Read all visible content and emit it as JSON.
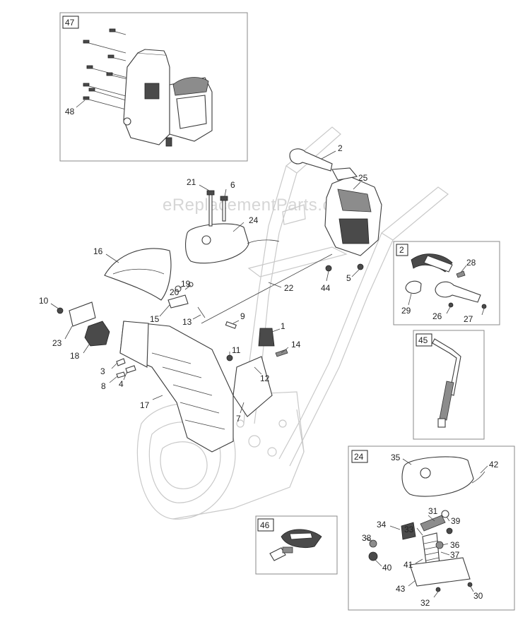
{
  "watermark": "eReplacementParts.com",
  "callouts": {
    "c1": "1",
    "c2": "2",
    "c3": "3",
    "c4": "4",
    "c5": "5",
    "c6": "6",
    "c7": "7",
    "c8": "8",
    "c9": "9",
    "c10": "10",
    "c11": "11",
    "c12": "12",
    "c13": "13",
    "c14": "14",
    "c15": "15",
    "c16": "16",
    "c17": "17",
    "c18": "18",
    "c19": "19",
    "c20": "20",
    "c21": "21",
    "c22": "22",
    "c23": "23",
    "c24": "24",
    "c25": "25",
    "c44": "44",
    "b2_26": "26",
    "b2_27": "27",
    "b2_28": "28",
    "b2_29": "29",
    "b24_30": "30",
    "b24_31": "31",
    "b24_32": "32",
    "b24_33": "33",
    "b24_34": "34",
    "b24_35": "35",
    "b24_36": "36",
    "b24_37": "37",
    "b24_38": "38",
    "b24_39": "39",
    "b24_40": "40",
    "b24_41": "41",
    "b24_42": "42",
    "b24_43": "43",
    "b47_48": "48"
  },
  "boxes": {
    "box47": "47",
    "box2": "2",
    "box45": "45",
    "box24": "24",
    "box46": "46"
  }
}
